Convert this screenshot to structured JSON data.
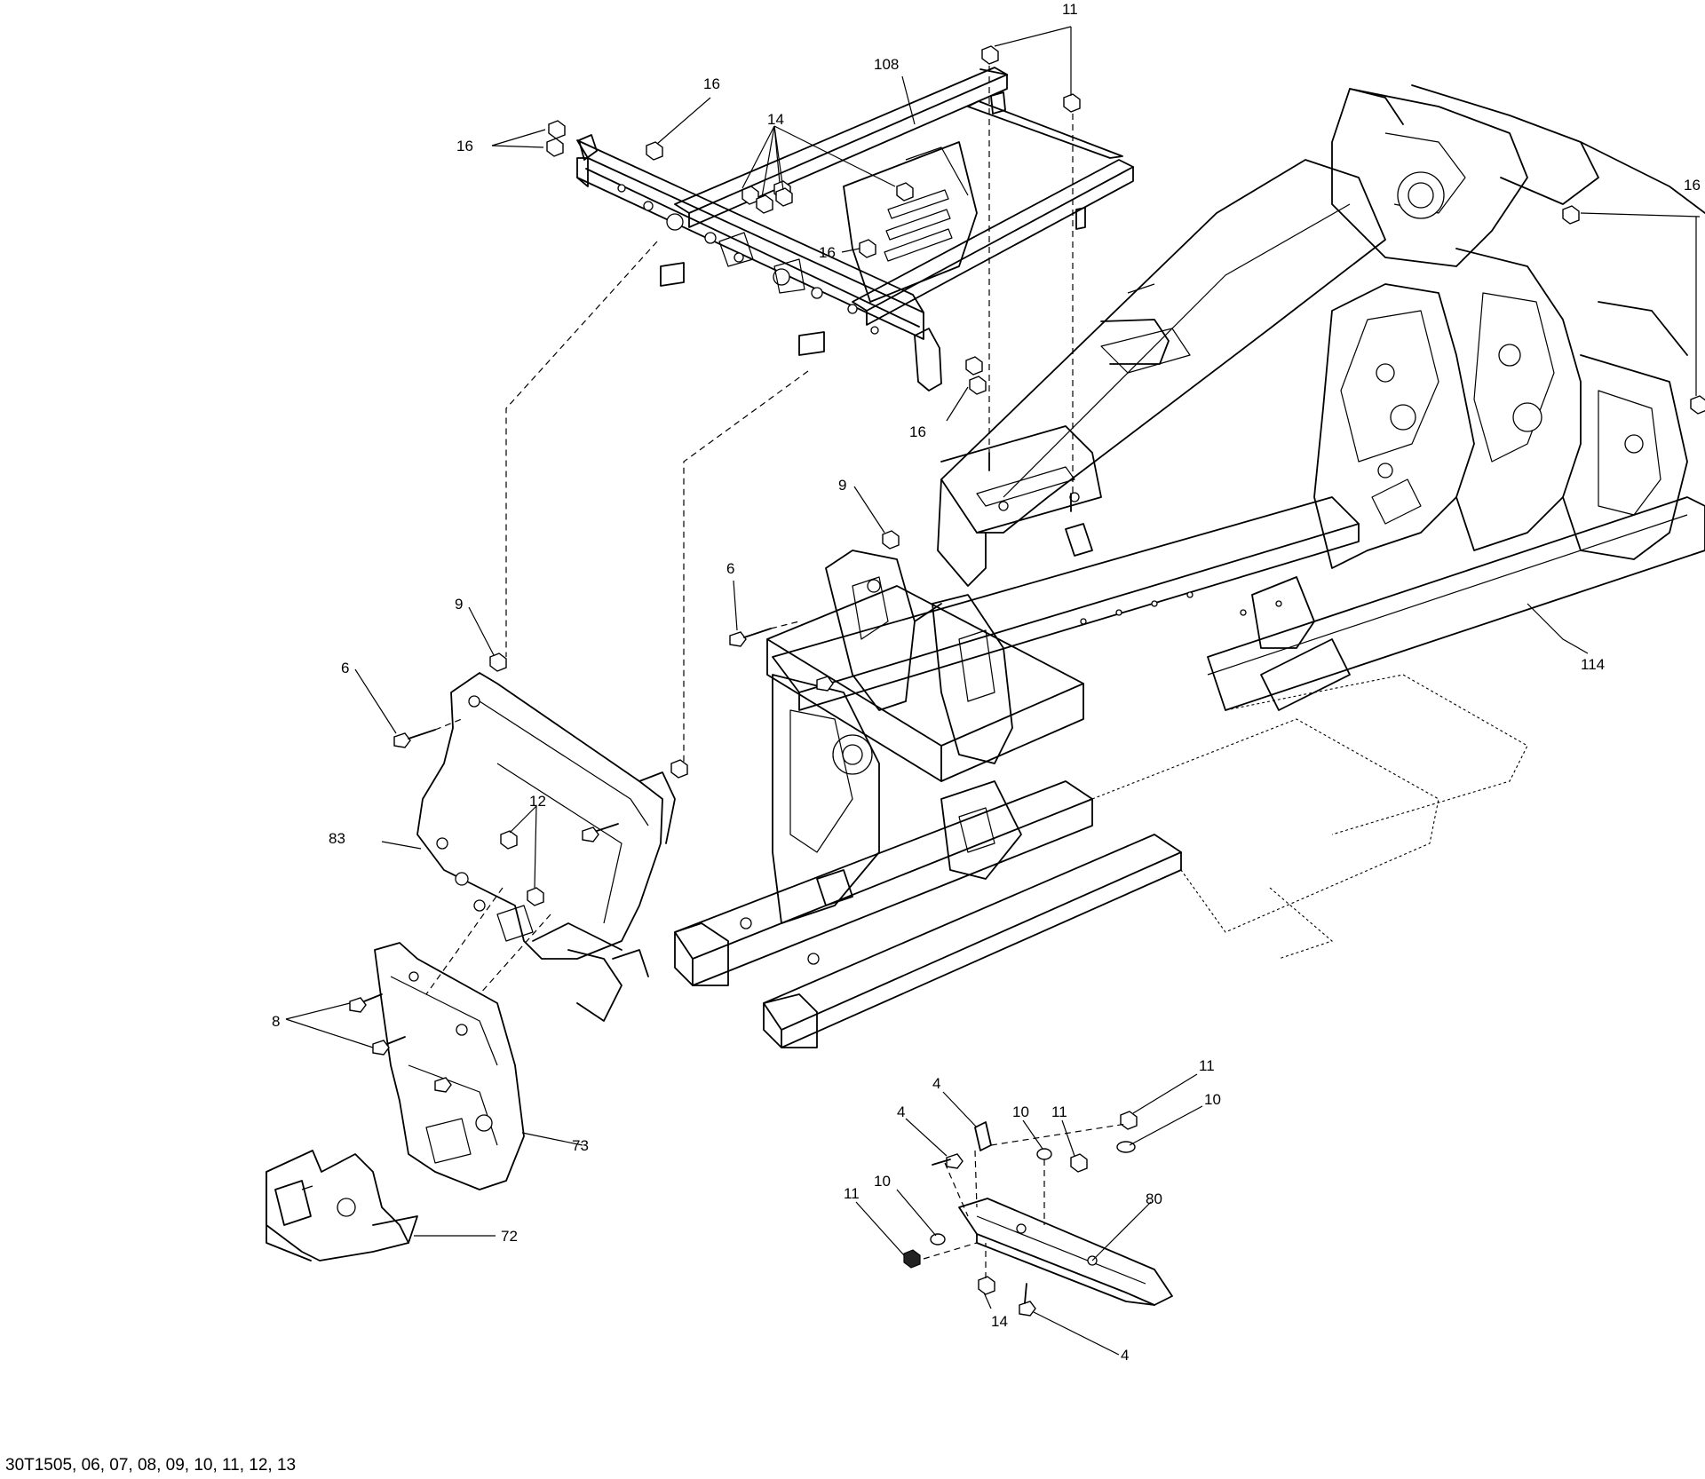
{
  "diagram": {
    "reference_code": "30T1505, 06, 07, 08, 09, 10, 11, 12, 13",
    "callouts": [
      {
        "id": "c11a",
        "label": "11"
      },
      {
        "id": "c108",
        "label": "108"
      },
      {
        "id": "c16a",
        "label": "16"
      },
      {
        "id": "c16b",
        "label": "16"
      },
      {
        "id": "c14a",
        "label": "14"
      },
      {
        "id": "c16c",
        "label": "16"
      },
      {
        "id": "c16d",
        "label": "16"
      },
      {
        "id": "c16e",
        "label": "16"
      },
      {
        "id": "c9a",
        "label": "9"
      },
      {
        "id": "c6a",
        "label": "6"
      },
      {
        "id": "c9b",
        "label": "9"
      },
      {
        "id": "c6b",
        "label": "6"
      },
      {
        "id": "c114",
        "label": "114"
      },
      {
        "id": "c12",
        "label": "12"
      },
      {
        "id": "c83",
        "label": "83"
      },
      {
        "id": "c8",
        "label": "8"
      },
      {
        "id": "c73",
        "label": "73"
      },
      {
        "id": "c72",
        "label": "72"
      },
      {
        "id": "c4a",
        "label": "4"
      },
      {
        "id": "c4b",
        "label": "4"
      },
      {
        "id": "c10a",
        "label": "10"
      },
      {
        "id": "c11b",
        "label": "11"
      },
      {
        "id": "c11c",
        "label": "11"
      },
      {
        "id": "c10b",
        "label": "10"
      },
      {
        "id": "c11d",
        "label": "11"
      },
      {
        "id": "c10c",
        "label": "10"
      },
      {
        "id": "c80",
        "label": "80"
      },
      {
        "id": "c14b",
        "label": "14"
      },
      {
        "id": "c4c",
        "label": "4"
      }
    ]
  }
}
